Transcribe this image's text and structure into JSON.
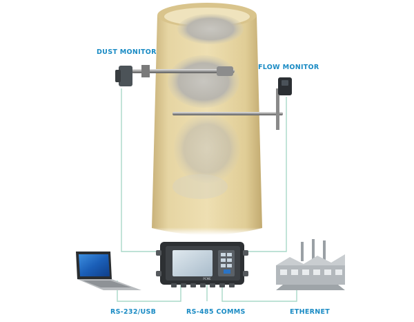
{
  "labels": {
    "dust_monitor": "DUST MONITOR",
    "flow_monitor": "FLOW MONITOR",
    "rs232": "RS-232/USB",
    "rs485": "RS-485 COMMS",
    "ethernet": "ETHERNET"
  },
  "controller": {
    "brand": "PCME"
  },
  "colors": {
    "label": "#1a8bc4",
    "wire": "#a8d8c8",
    "stack": "#e3d29c"
  },
  "icons": [
    "dust-monitor-icon",
    "flow-monitor-icon",
    "laptop-icon",
    "controller-unit-icon",
    "factory-icon"
  ]
}
